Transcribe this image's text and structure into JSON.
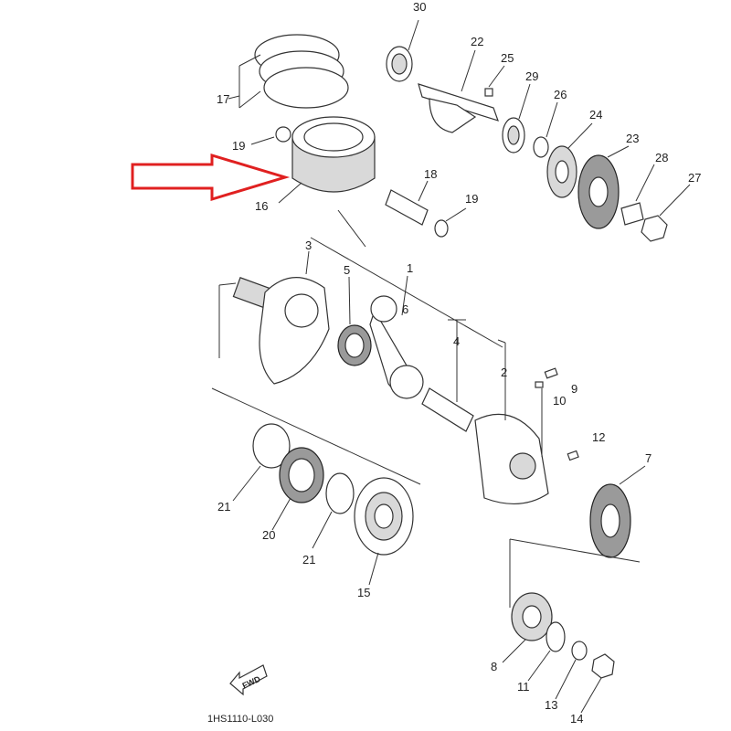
{
  "diagram": {
    "part_numbers": [
      "30",
      "22",
      "25",
      "29",
      "26",
      "24",
      "23",
      "28",
      "27",
      "17",
      "19",
      "16",
      "18",
      "19",
      "3",
      "1",
      "5",
      "6",
      "4",
      "2",
      "9",
      "10",
      "12",
      "7",
      "21",
      "20",
      "21",
      "15",
      "8",
      "11",
      "13",
      "14"
    ],
    "fwd_label": "FWD",
    "drawing_code": "1HS1110-L030",
    "highlight_color": "#e02020",
    "line_color": "#333333"
  }
}
